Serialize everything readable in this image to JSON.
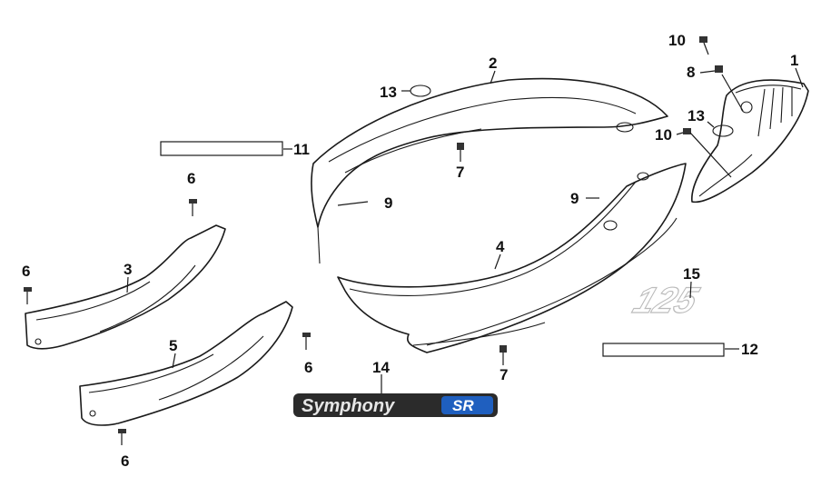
{
  "callouts": {
    "c1": "1",
    "c2": "2",
    "c3": "3",
    "c4": "4",
    "c5": "5",
    "c6a": "6",
    "c6b": "6",
    "c6c": "6",
    "c6d": "6",
    "c7a": "7",
    "c7b": "7",
    "c8": "8",
    "c9a": "9",
    "c9b": "9",
    "c10a": "10",
    "c10b": "10",
    "c11": "11",
    "c12": "12",
    "c13a": "13",
    "c13b": "13",
    "c14": "14",
    "c15": "15"
  },
  "decals": {
    "logo_main": "Symphony",
    "logo_badge": "SR",
    "number_decal": "125"
  },
  "colors": {
    "line": "#1a1a1a",
    "logo_dark": "#2b2b2b",
    "logo_blue": "#1f5fbf",
    "decal_grey": "#d8d8d8"
  }
}
